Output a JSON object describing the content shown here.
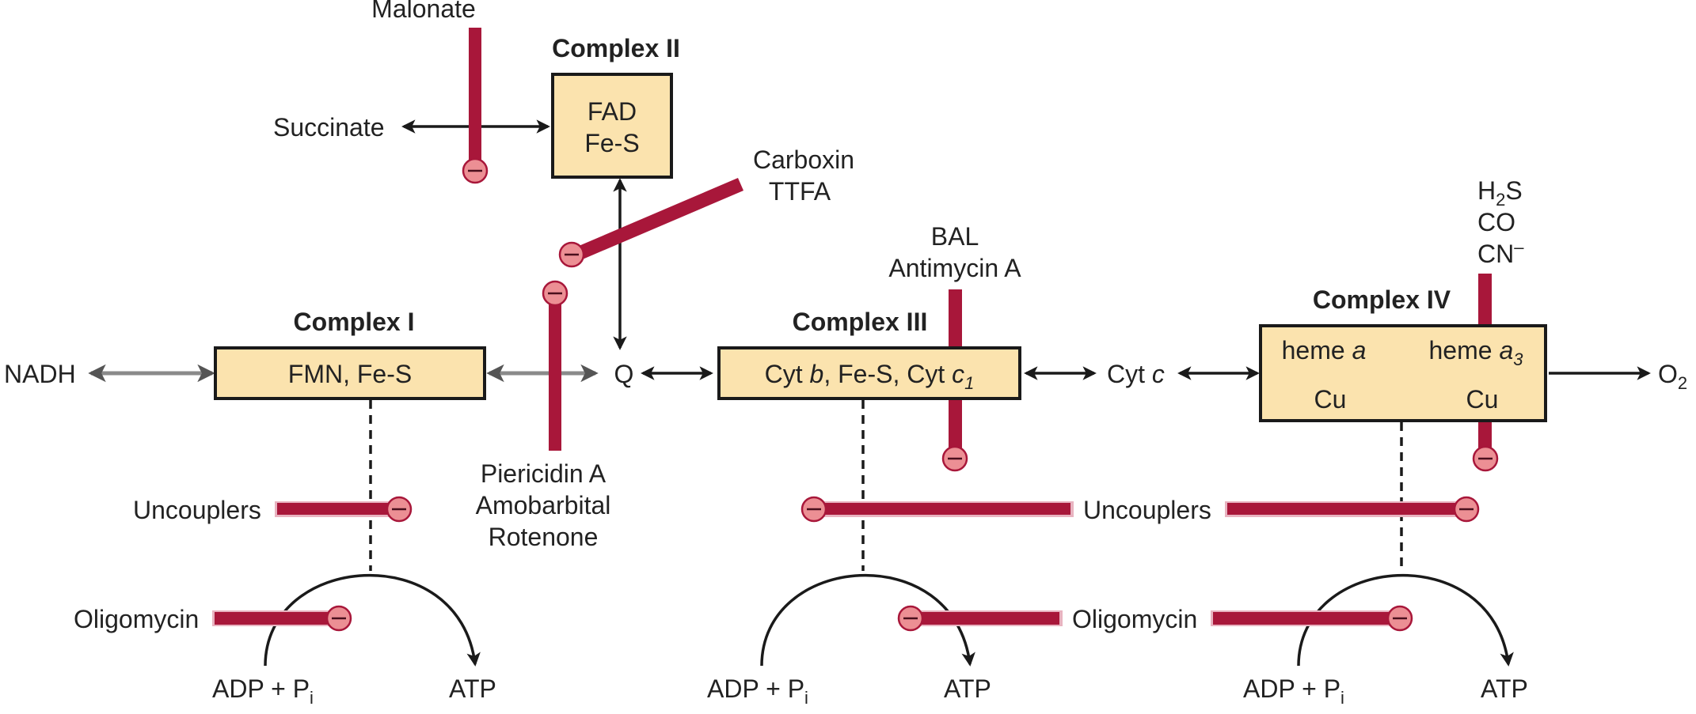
{
  "complexes": {
    "c1": {
      "title": "Complex I",
      "content": "FMN, Fe-S"
    },
    "c2": {
      "title": "Complex II",
      "line1": "FAD",
      "line2": "Fe-S"
    },
    "c3": {
      "title": "Complex III",
      "cytb": "Cyt ",
      "cytb_i": "b",
      "mid": ", Fe-S, Cyt ",
      "c1_i": "c",
      "c1_sub": "1"
    },
    "c4": {
      "title": "Complex IV",
      "heme_a": "heme ",
      "heme_a_i": "a",
      "heme_a3": "heme ",
      "heme_a3_i": "a",
      "heme_a3_sub": "3",
      "cu_left": "Cu",
      "cu_right": "Cu"
    }
  },
  "carriers": {
    "nadh": "NADH",
    "succinate": "Succinate",
    "q": "Q",
    "cytc": "Cyt ",
    "cytc_i": "c",
    "o2": "O",
    "o2_sub": "2"
  },
  "inhibitors": {
    "malonate": "Malonate",
    "carboxin": "Carboxin",
    "ttfa": "TTFA",
    "piericidin": "Piericidin A",
    "amobarbital": "Amobarbital",
    "rotenone": "Rotenone",
    "bal": "BAL",
    "antimycin": "Antimycin A",
    "h2s_h": "H",
    "h2s_sub": "2",
    "h2s_s": "S",
    "co": "CO",
    "cn": "CN",
    "cn_sup": "–",
    "uncouplers": "Uncouplers",
    "oligomycin": "Oligomycin",
    "inhibit_symbol": "−"
  },
  "phosphorylation": {
    "adp": "ADP + P",
    "pi_sub": "i",
    "atp": "ATP"
  },
  "colors": {
    "complex_fill": "#fbe3ae",
    "inhibitor_bar": "#a8173a",
    "inhibitor_circle": "#ec8f94",
    "arrow": "#1a1a1a"
  }
}
